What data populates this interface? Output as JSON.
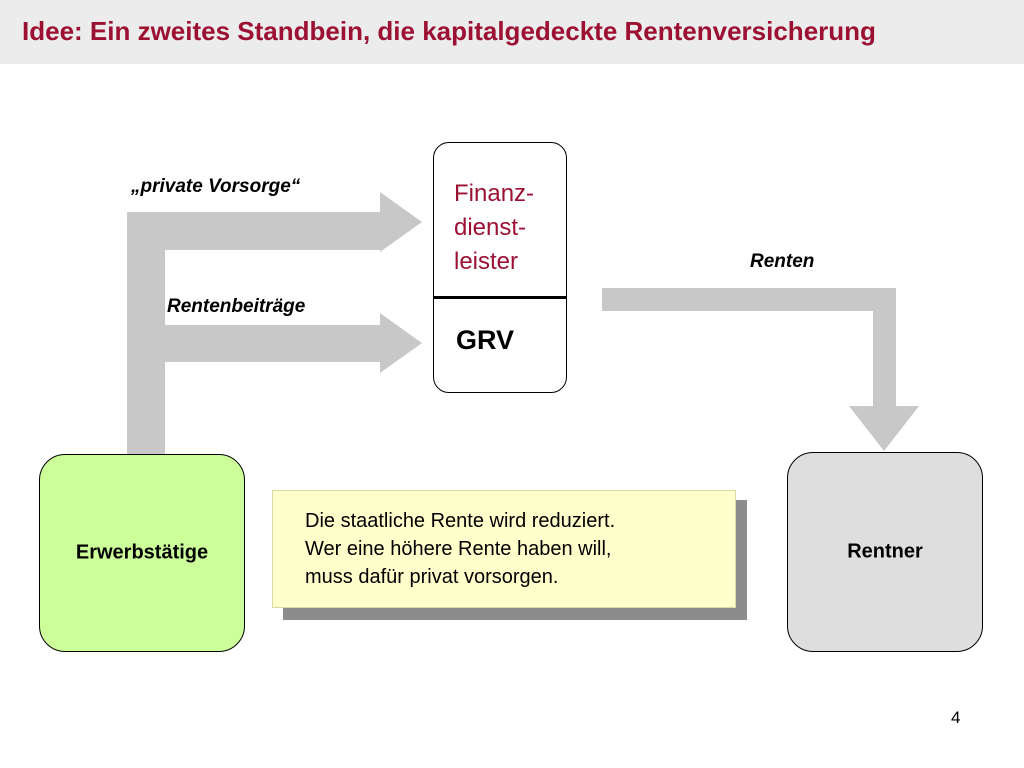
{
  "title": "Idee: Ein zweites Standbein, die kapitalgedeckte Rentenversicherung",
  "labels": {
    "private_vorsorge": "„private Vorsorge“",
    "rentenbeitraege": "Rentenbeiträge",
    "renten": "Renten"
  },
  "nodes": {
    "finanzdienstleister": [
      "Finanz-",
      "dienst-",
      "leister"
    ],
    "grv": "GRV",
    "erwerbstaetige": "Erwerbstätige",
    "rentner": "Rentner"
  },
  "note": {
    "lines": [
      "Die staatliche Rente wird reduziert.",
      "Wer eine höhere Rente haben will,",
      "muss dafür privat vorsorgen."
    ]
  },
  "page_number": "4",
  "colors": {
    "title": "#9c1133",
    "title_bar": "#ececec",
    "arrow": "#c8c8c8",
    "erwerbstaetige_fill": "#ccff99",
    "rentner_fill": "#dedede",
    "note_fill": "#ffffcc",
    "note_shadow": "#8c8c8c"
  }
}
